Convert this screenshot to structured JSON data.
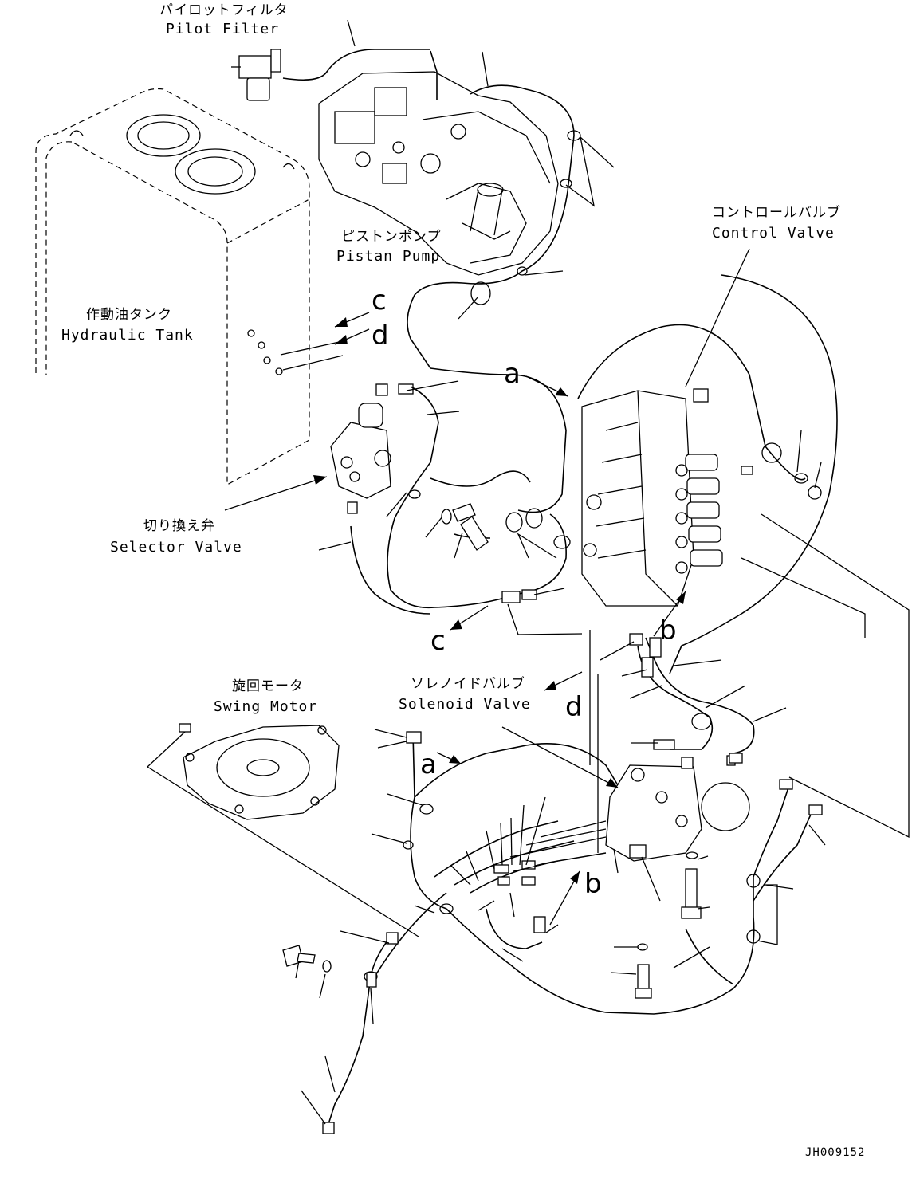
{
  "labels": {
    "pilot_filter_jp": "パイロットフィルタ",
    "pilot_filter_en": "Pilot Filter",
    "pistan_pump_jp": "ピストンポンプ",
    "pistan_pump_en": "Pistan Pump",
    "control_valve_jp": "コントロールバルブ",
    "control_valve_en": "Control Valve",
    "hydraulic_tank_jp": "作動油タンク",
    "hydraulic_tank_en": "Hydraulic Tank",
    "selector_valve_jp": "切り換え弁",
    "selector_valve_en": "Selector Valve",
    "swing_motor_jp": "旋回モータ",
    "swing_motor_en": "Swing Motor",
    "solenoid_valve_jp": "ソレノイドバルブ",
    "solenoid_valve_en": "Solenoid Valve"
  },
  "refs": {
    "a1": "a",
    "a2": "a",
    "b1": "b",
    "b2": "b",
    "c1": "c",
    "c2": "c",
    "d1": "d",
    "d2": "d"
  },
  "drawing_no": "JH009152"
}
